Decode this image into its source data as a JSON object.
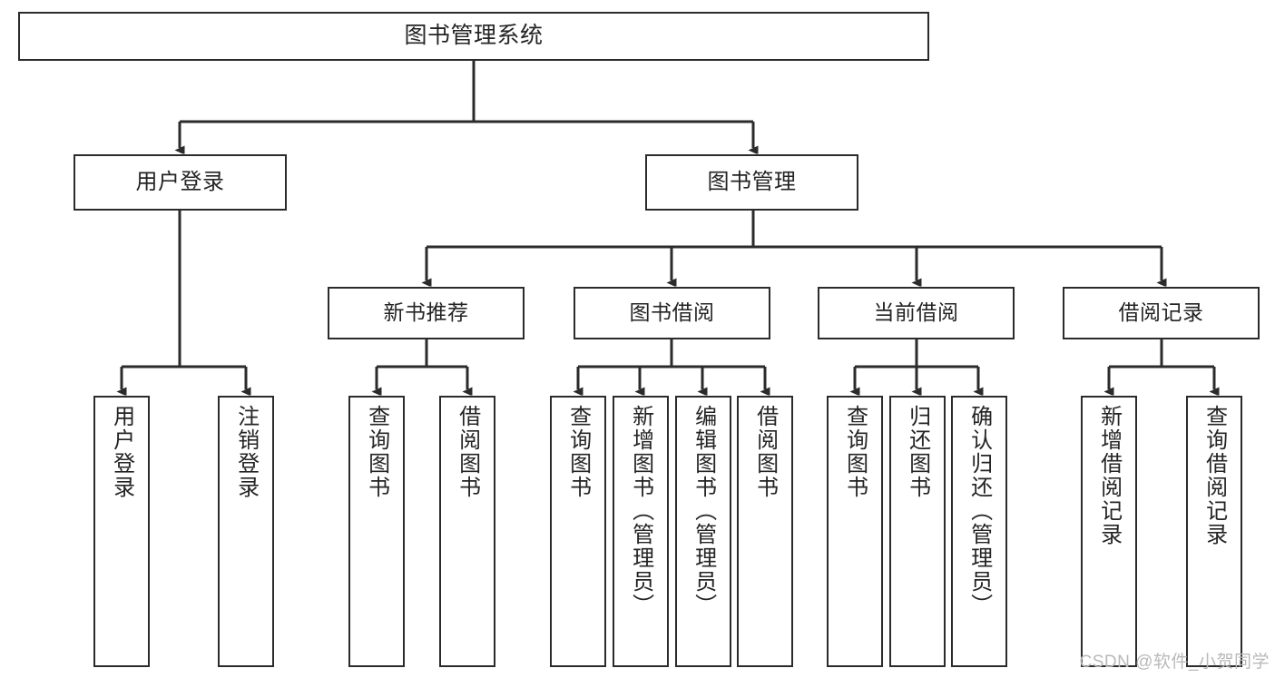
{
  "diagram": {
    "title": "图书管理系统",
    "type": "tree-hierarchy",
    "stroke_color": "#2b2b2b",
    "background_color": "#ffffff",
    "text_color": "#242424"
  },
  "root": {
    "label": "图书管理系统"
  },
  "level1": [
    {
      "label": "用户登录"
    },
    {
      "label": "图书管理"
    }
  ],
  "level2": [
    {
      "label": "新书推荐"
    },
    {
      "label": "图书借阅"
    },
    {
      "label": "当前借阅"
    },
    {
      "label": "借阅记录"
    }
  ],
  "leaves": {
    "user_login": [
      {
        "label": "用户登录"
      },
      {
        "label": "注销登录"
      }
    ],
    "new_book_recommend": [
      {
        "label": "查询图书"
      },
      {
        "label": "借阅图书"
      }
    ],
    "book_borrow": [
      {
        "label": "查询图书"
      },
      {
        "label": "新增图书（管理员）"
      },
      {
        "label": "编辑图书（管理员）"
      },
      {
        "label": "借阅图书"
      }
    ],
    "current_borrow": [
      {
        "label": "查询图书"
      },
      {
        "label": "归还图书"
      },
      {
        "label": "确认归还（管理员）"
      }
    ],
    "borrow_record": [
      {
        "label": "新增借阅记录"
      },
      {
        "label": "查询借阅记录"
      }
    ]
  },
  "watermark": {
    "text": "CSDN @软件_小贺同学"
  }
}
